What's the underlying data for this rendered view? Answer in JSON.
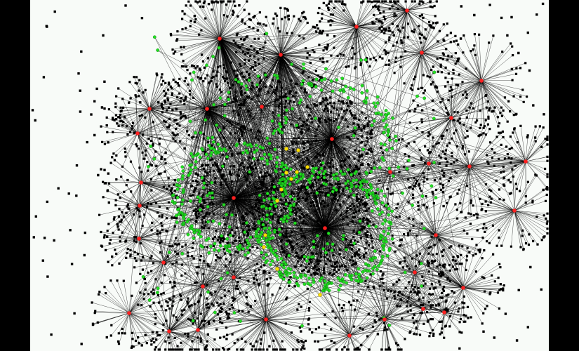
{
  "figure": {
    "kind": "network-graph",
    "colors": {
      "background": "#f8fbf8",
      "side_bars": "#000000",
      "edge": "#000000",
      "leaf_node": "#000000",
      "hub_node": "#ff2020",
      "bridge_node": "#22dd22",
      "core_node": "#ffe000"
    },
    "node_roles": [
      "hub",
      "bridge",
      "core",
      "leaf",
      "isolated"
    ],
    "legend": []
  }
}
